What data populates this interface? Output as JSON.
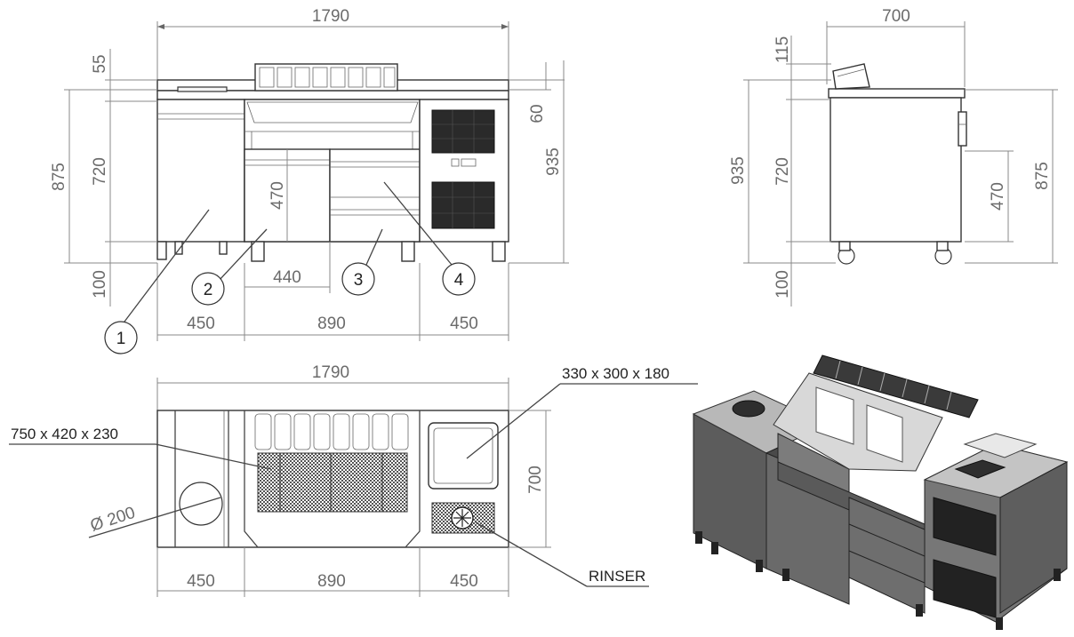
{
  "front_view": {
    "dims": {
      "overall_width": "1790",
      "top_55": "55",
      "left_875": "875",
      "left_720": "720",
      "left_100": "100",
      "inner_470": "470",
      "inner_440": "440",
      "right_60": "60",
      "right_935": "935",
      "bottom_450_left": "450",
      "bottom_890": "890",
      "bottom_450_right": "450"
    },
    "callouts": [
      "1",
      "2",
      "3",
      "4"
    ]
  },
  "side_view": {
    "dims": {
      "width_700": "700",
      "top_115": "115",
      "left_935": "935",
      "left_720": "720",
      "left_100": "100",
      "right_470": "470",
      "right_875": "875"
    }
  },
  "top_view": {
    "dims": {
      "overall_width": "1790",
      "depth_700": "700",
      "bottom_450_left": "450",
      "bottom_890": "890",
      "bottom_450_right": "450",
      "diameter": "Ø 200"
    },
    "labels": {
      "basin": "750 x 420 x 230",
      "sink": "330 x 300 x 180",
      "rinser": "RINSER"
    }
  }
}
